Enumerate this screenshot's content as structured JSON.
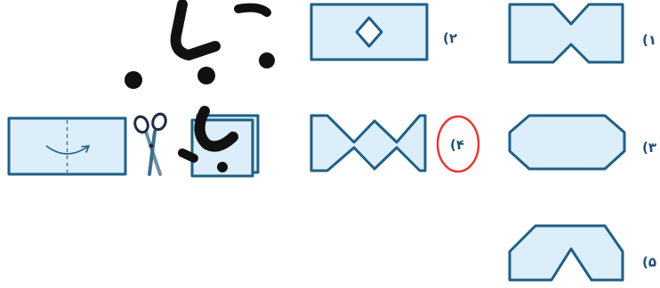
{
  "colors": {
    "shape_fill": "#dbeefa",
    "shape_stroke": "#1f5f86",
    "option_number": "#1f4f78",
    "answer_mark": "#e53935",
    "watermark": "#111111"
  },
  "icons": {
    "scissors": "scissors-icon",
    "fold_arrow": "curved-arrow-icon"
  },
  "options": [
    {
      "label": "(۱",
      "shape": "bowtie-notches"
    },
    {
      "label": "(۲",
      "shape": "rectangle-with-diamond-hole"
    },
    {
      "label": "(۳",
      "shape": "octagon"
    },
    {
      "label": "(۴",
      "shape": "double-zigzag-notches",
      "marked": true
    },
    {
      "label": "(۵",
      "shape": "arch-with-triangle-notch"
    }
  ]
}
